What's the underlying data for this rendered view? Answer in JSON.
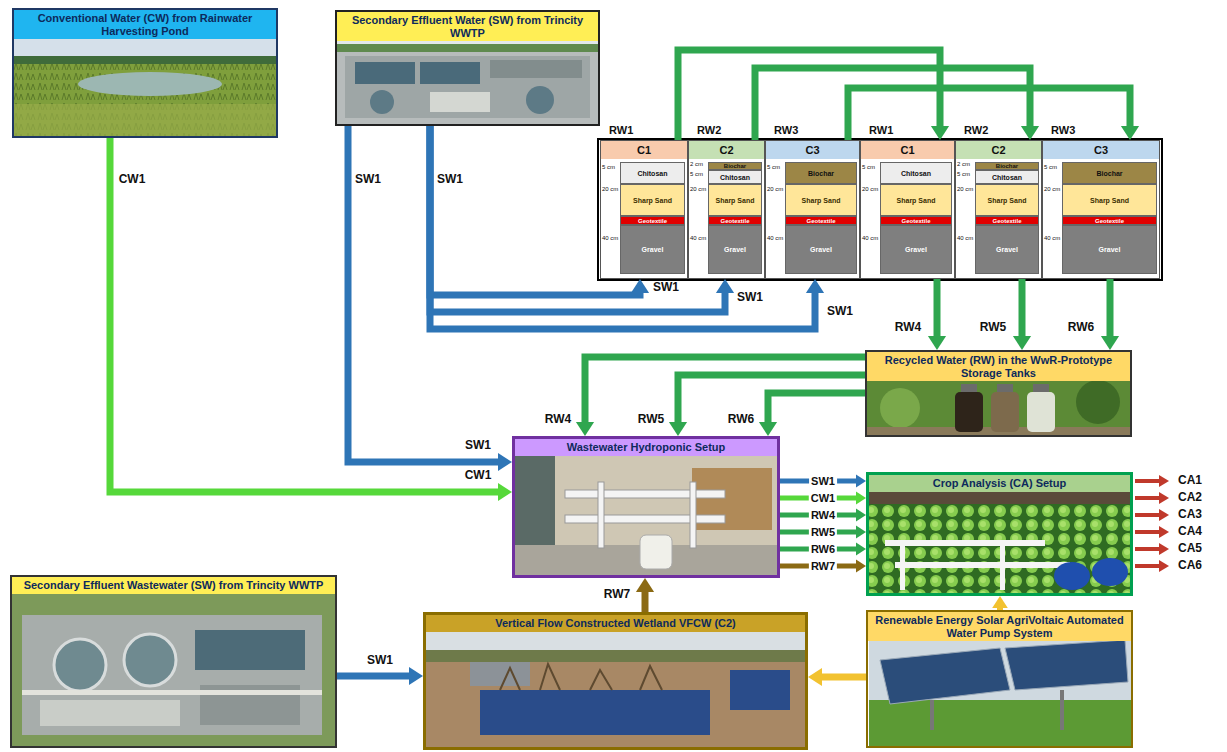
{
  "diagram": {
    "nodes": [
      {
        "text": [
          "Conventional Water (CW) from Rainwater Harvesting Pond"
        ]
      },
      {
        "text": [
          "Secondary Effluent Water (SW) from Trincity WWTP"
        ]
      },
      {
        "text": [
          "RW1",
          "C1"
        ]
      },
      {
        "text": [
          "Chitosan"
        ],
        "in": 2
      },
      {
        "text": [
          "Sharp Sand"
        ],
        "in": 2
      },
      {
        "text": [
          "Geotextile"
        ],
        "in": 2
      },
      {
        "text": [
          "Gravel"
        ],
        "in": 2
      },
      {
        "text": [
          "RW2",
          "C2"
        ]
      },
      {
        "text": [
          "Biochar"
        ],
        "in": 7
      },
      {
        "text": [
          "Chitosan"
        ],
        "in": 7
      },
      {
        "text": [
          "Sharp Sand"
        ],
        "in": 7
      },
      {
        "text": [
          "Geotextile"
        ],
        "in": 7
      },
      {
        "text": [
          "Gravel"
        ],
        "in": 7
      },
      {
        "text": [
          "RW3",
          "C3"
        ]
      },
      {
        "text": [
          "Biochar"
        ],
        "in": 13
      },
      {
        "text": [
          "Sharp Sand"
        ],
        "in": 13
      },
      {
        "text": [
          "Geotextile"
        ],
        "in": 13
      },
      {
        "text": [
          "Gravel"
        ],
        "in": 13
      },
      {
        "text": [
          "RW1",
          "C1"
        ]
      },
      {
        "text": [
          "Chitosan"
        ],
        "in": 18
      },
      {
        "text": [
          "Sharp Sand"
        ],
        "in": 18
      },
      {
        "text": [
          "Geotextile"
        ],
        "in": 18
      },
      {
        "text": [
          "Gravel"
        ],
        "in": 18
      },
      {
        "text": [
          "RW2",
          "C2"
        ]
      },
      {
        "text": [
          "Biochar"
        ],
        "in": 23
      },
      {
        "text": [
          "Chitosan"
        ],
        "in": 23
      },
      {
        "text": [
          "Sharp Sand"
        ],
        "in": 23
      },
      {
        "text": [
          "Geotextile"
        ],
        "in": 23
      },
      {
        "text": [
          "Gravel"
        ],
        "in": 23
      },
      {
        "text": [
          "RW3",
          "C3"
        ]
      },
      {
        "text": [
          "Biochar"
        ],
        "in": 29
      },
      {
        "text": [
          "Sharp Sand"
        ],
        "in": 29
      },
      {
        "text": [
          "Geotextile"
        ],
        "in": 29
      },
      {
        "text": [
          "Gravel"
        ],
        "in": 29
      },
      {
        "text": [
          "Recycled Water (RW) in the WwR-Prototype Storage Tanks"
        ]
      },
      {
        "text": [
          "Wastewater Hydroponic Setup"
        ]
      },
      {
        "text": [
          "Crop Analysis (CA) Setup"
        ]
      },
      {
        "text": [
          "Secondary Effluent Wastewater (SW) from Trincity WWTP"
        ]
      },
      {
        "text": [
          "Vertical Flow Constructed Wetland VFCW (C2)"
        ]
      },
      {
        "text": [
          "Renewable Energy Solar AgriVoltaic Automated Water Pump System"
        ]
      }
    ],
    "edges": [
      {
        "from": 1,
        "to": 2,
        "label": "SW1",
        "arrow": "to"
      },
      {
        "from": 1,
        "to": 7,
        "label": "SW1",
        "arrow": "to"
      },
      {
        "from": 1,
        "to": 13,
        "label": "SW1",
        "arrow": "to"
      },
      {
        "from": 1,
        "to": 35,
        "label": "SW1",
        "arrow": "to"
      },
      {
        "from": 0,
        "to": 35,
        "label": "CW1",
        "arrow": "to"
      },
      {
        "from": 2,
        "to": 18,
        "arrow": "to"
      },
      {
        "from": 7,
        "to": 23,
        "arrow": "to"
      },
      {
        "from": 13,
        "to": 29,
        "arrow": "to"
      },
      {
        "from": 18,
        "to": 34,
        "label": "RW4",
        "arrow": "to"
      },
      {
        "from": 23,
        "to": 34,
        "label": "RW5",
        "arrow": "to"
      },
      {
        "from": 29,
        "to": 34,
        "label": "RW6",
        "arrow": "to"
      },
      {
        "from": 34,
        "to": 35,
        "label": "RW4",
        "arrow": "to"
      },
      {
        "from": 34,
        "to": 35,
        "label": "RW5",
        "arrow": "to"
      },
      {
        "from": 34,
        "to": 35,
        "label": "RW6",
        "arrow": "to"
      },
      {
        "from": 35,
        "to": 36,
        "label": "SW1",
        "arrow": "to"
      },
      {
        "from": 35,
        "to": 36,
        "label": "CW1",
        "arrow": "to"
      },
      {
        "from": 35,
        "to": 36,
        "label": "RW4",
        "arrow": "to"
      },
      {
        "from": 35,
        "to": 36,
        "label": "RW5",
        "arrow": "to"
      },
      {
        "from": 35,
        "to": 36,
        "label": "RW6",
        "arrow": "to"
      },
      {
        "from": 35,
        "to": 36,
        "label": "RW7",
        "arrow": "to"
      },
      {
        "from": 37,
        "to": 38,
        "label": "SW1",
        "arrow": "to"
      },
      {
        "from": 38,
        "to": 35,
        "label": "RW7",
        "arrow": "to"
      },
      {
        "from": 39,
        "to": 36,
        "arrow": "to"
      },
      {
        "from": 39,
        "to": 38,
        "arrow": "to"
      }
    ],
    "labels": [
      "SW1",
      "SW1",
      "CW1",
      "5 cm",
      "20 cm",
      "40 cm",
      "2 cm",
      "5 cm",
      "20 cm",
      "40 cm",
      "5 cm",
      "20 cm",
      "40 cm",
      "5 cm",
      "20 cm",
      "40 cm",
      "2 cm",
      "5 cm",
      "20 cm",
      "40 cm",
      "5 cm",
      "20 cm",
      "40 cm",
      "CA1",
      "CA2",
      "CA3",
      "CA4",
      "CA5",
      "CA6"
    ]
  }
}
